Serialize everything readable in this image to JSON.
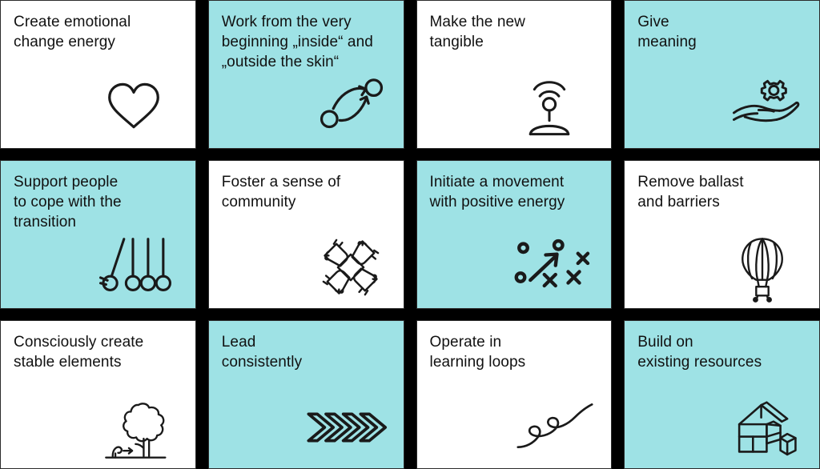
{
  "board": {
    "title": "Principles of change leadership card grid",
    "columns": 4,
    "rows": 3,
    "colors": {
      "accent": "#9ee2e5",
      "card_white": "#ffffff",
      "background": "#000000",
      "text": "#111111",
      "icon_stroke": "#1a1a1a"
    }
  },
  "cards": [
    {
      "index": 1,
      "title": "Create emotional\nchange energy",
      "bg": "white",
      "icon": "heart-icon"
    },
    {
      "index": 2,
      "title": "Work from the very\nbeginning „inside“ and\n„outside the skin“",
      "bg": "cyan",
      "icon": "connected-nodes-icon"
    },
    {
      "index": 3,
      "title": "Make the new\ntangible",
      "bg": "white",
      "icon": "antenna-person-icon"
    },
    {
      "index": 4,
      "title": "Give\nmeaning",
      "bg": "cyan",
      "icon": "hand-holding-gear-icon"
    },
    {
      "index": 5,
      "title": "Support people\nto cope with the\ntransition",
      "bg": "cyan",
      "icon": "newtons-cradle-icon"
    },
    {
      "index": 6,
      "title": "Foster a sense of\ncommunity",
      "bg": "white",
      "icon": "four-hands-teamwork-icon"
    },
    {
      "index": 7,
      "title": "Initiate a movement\nwith positive energy",
      "bg": "cyan",
      "icon": "tactics-board-icon"
    },
    {
      "index": 8,
      "title": "Remove ballast\nand barriers",
      "bg": "white",
      "icon": "hot-air-balloon-icon"
    },
    {
      "index": 9,
      "title": "Consciously create\nstable elements",
      "bg": "white",
      "icon": "tree-growth-icon"
    },
    {
      "index": 10,
      "title": "Lead\nconsistently",
      "bg": "cyan",
      "icon": "chevrons-right-icon"
    },
    {
      "index": 11,
      "title": "Operate in\nlearning loops",
      "bg": "white",
      "icon": "learning-loops-icon"
    },
    {
      "index": 12,
      "title": "Build on\nexisting resources",
      "bg": "cyan",
      "icon": "building-blocks-icon"
    }
  ]
}
